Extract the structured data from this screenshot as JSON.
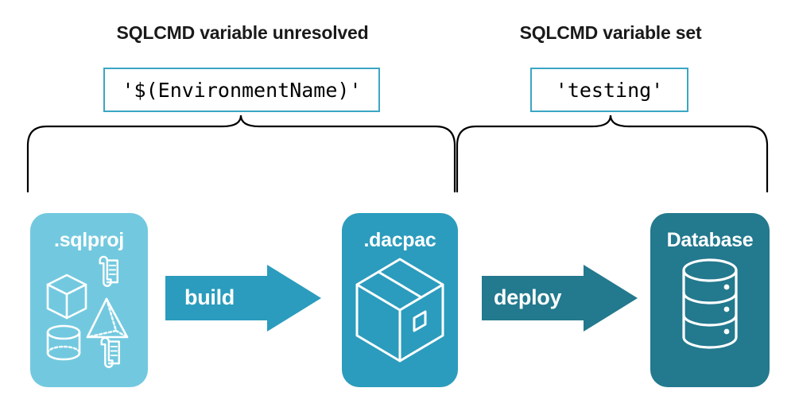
{
  "diagram": {
    "title_context": "SQLCMD variable resolution across build and deploy",
    "background_color": "#ffffff"
  },
  "sections": [
    {
      "heading": "SQLCMD variable unresolved",
      "code_value": "'$(EnvironmentName)'",
      "brace_name": "brace-unresolved"
    },
    {
      "heading": "SQLCMD variable set",
      "code_value": "'testing'",
      "brace_name": "brace-set"
    }
  ],
  "headings": {
    "left": "SQLCMD variable unresolved",
    "right": "SQLCMD variable set"
  },
  "code_boxes": {
    "left": "'$(EnvironmentName)'",
    "right": "'testing'",
    "border_color": "#3BA6C4",
    "text_color": "#000000"
  },
  "pipeline": {
    "stages": [
      {
        "id": "sqlproj",
        "label": ".sqlproj",
        "fill": "#72C9DF",
        "icons": [
          "cube-icon",
          "pyramid-icon",
          "cylinder-icon",
          "script-scroll-icon",
          "script-scroll-icon"
        ]
      },
      {
        "id": "dacpac",
        "label": ".dacpac",
        "fill": "#2B9CBD",
        "icons": [
          "package-box-icon"
        ]
      },
      {
        "id": "database",
        "label": "Database",
        "fill": "#23798E",
        "icons": [
          "database-cylinder-icon"
        ]
      }
    ],
    "arrows": [
      {
        "id": "build",
        "label": "build",
        "fill": "#2B9CBD"
      },
      {
        "id": "deploy",
        "label": "deploy",
        "fill": "#23798E"
      }
    ]
  }
}
